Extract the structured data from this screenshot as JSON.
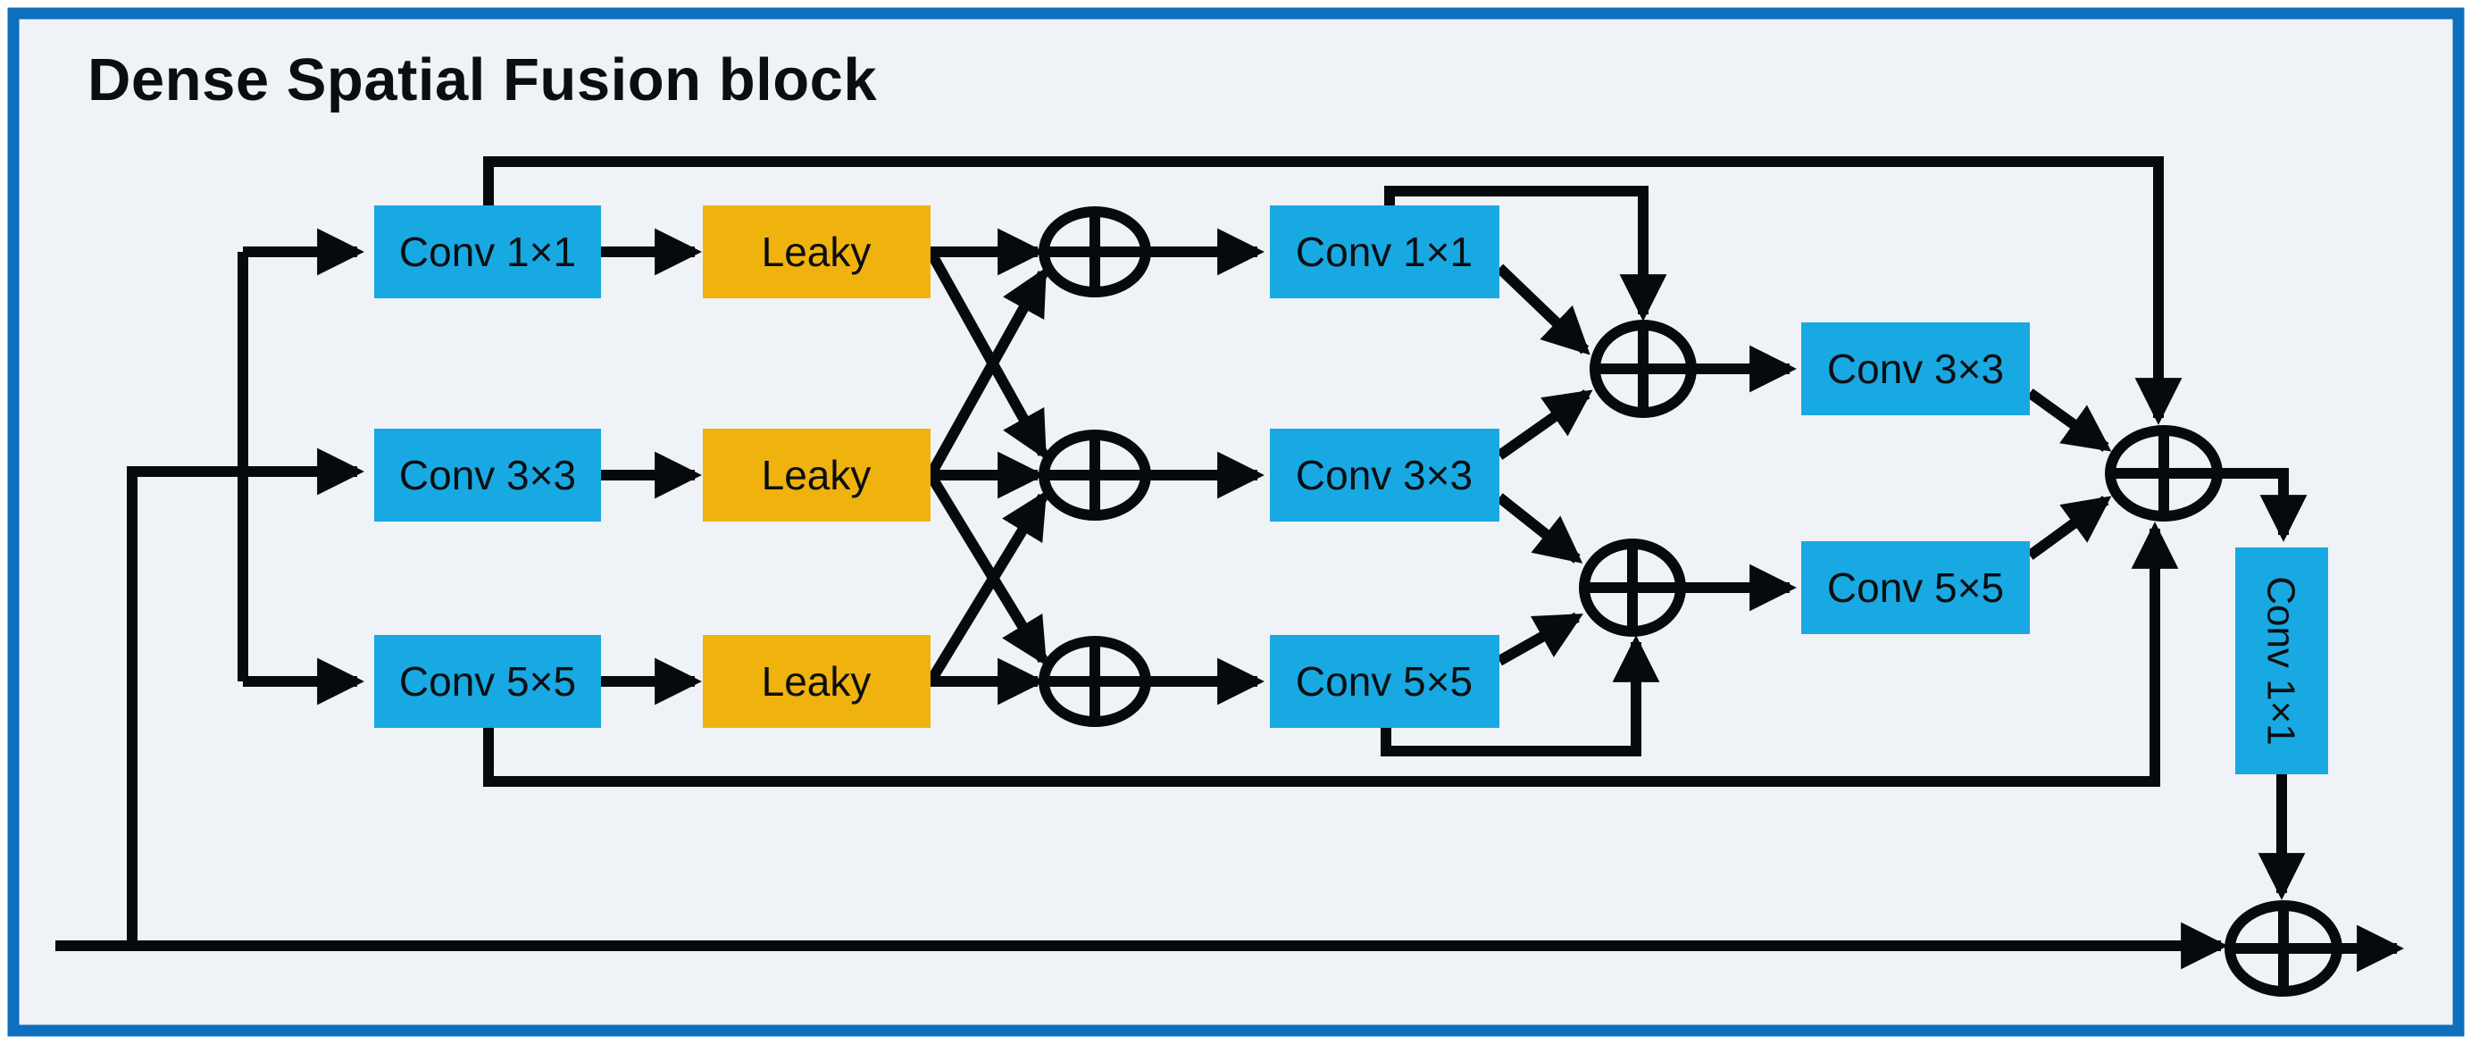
{
  "title": "Dense Spatial Fusion block",
  "colors": {
    "background": "#eff2f7",
    "frame": "#0d6fbe",
    "conv_box": "#18a9e2",
    "activation_box": "#f0b30d",
    "line": "#06090d",
    "text": "#0b0e11"
  },
  "diagram": {
    "add_symbol": "⊕",
    "add_node_meaning": "element-wise addition",
    "branches": [
      {
        "conv": "Conv 1×1",
        "activation": "Leaky",
        "fusion_conv": "Conv 1×1"
      },
      {
        "conv": "Conv 3×3",
        "activation": "Leaky",
        "fusion_conv": "Conv 3×3"
      },
      {
        "conv": "Conv 5×5",
        "activation": "Leaky",
        "fusion_conv": "Conv 5×5"
      }
    ],
    "aggregate_convs": [
      "Conv 3×3",
      "Conv 5×5"
    ],
    "output_conv": "Conv 1×1"
  }
}
